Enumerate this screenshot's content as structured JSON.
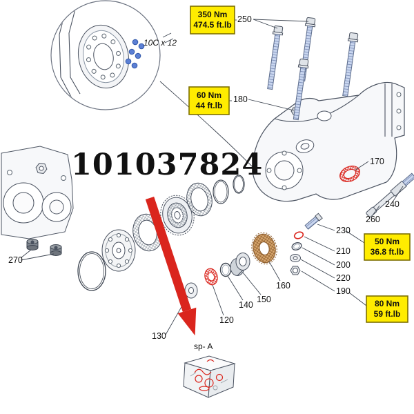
{
  "diagram": {
    "part_number": "101037824",
    "detail_view": {
      "label": "10C x 12"
    },
    "spare_box": {
      "label": "sp- A"
    },
    "torque_boxes": [
      {
        "name": "torque-350",
        "line1": "350 Nm",
        "line2": "474.5 ft.lb"
      },
      {
        "name": "torque-60",
        "line1": "60 Nm",
        "line2": "44 ft.lb"
      },
      {
        "name": "torque-50",
        "line1": "50 Nm",
        "line2": "36.8 ft.lb"
      },
      {
        "name": "torque-80",
        "line1": "80 Nm",
        "line2": "59 ft.lb"
      }
    ],
    "callouts": [
      {
        "label": "250"
      },
      {
        "label": "180"
      },
      {
        "label": "170"
      },
      {
        "label": "240"
      },
      {
        "label": "260"
      },
      {
        "label": "230"
      },
      {
        "label": "210"
      },
      {
        "label": "200"
      },
      {
        "label": "220"
      },
      {
        "label": "190"
      },
      {
        "label": "270"
      },
      {
        "label": "130"
      },
      {
        "label": "120"
      },
      {
        "label": "140"
      },
      {
        "label": "150"
      },
      {
        "label": "160"
      }
    ],
    "colors": {
      "highlight_red": "#da251d",
      "torque_bg": "#ffec00",
      "torque_border": "#7d6f00",
      "bolt_blue": "#c9d6ef",
      "line": "#4a5260"
    }
  }
}
